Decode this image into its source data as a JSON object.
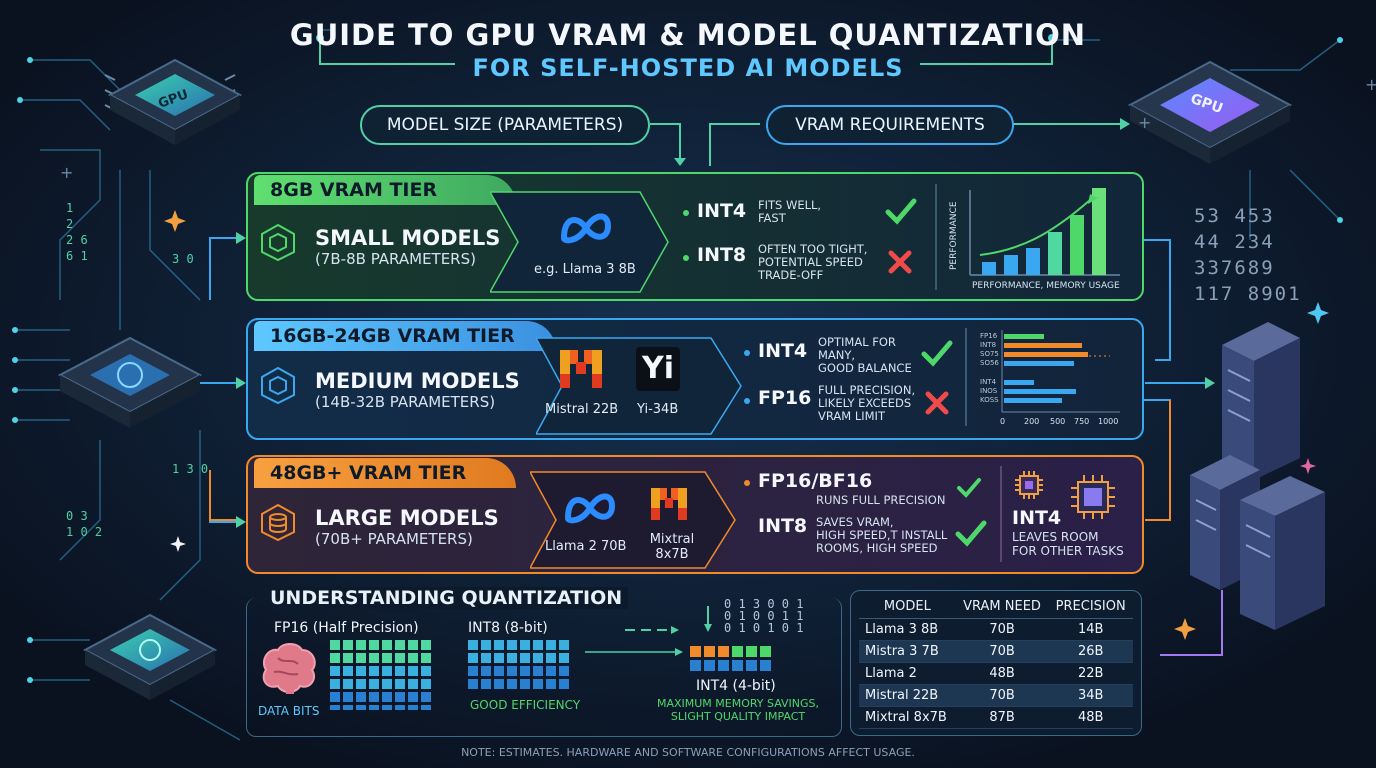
{
  "title": "GUIDE TO GPU VRAM & MODEL QUANTIZATION",
  "subtitle": "FOR SELF-HOSTED AI MODELS",
  "flow": {
    "model_size": "MODEL SIZE (PARAMETERS)",
    "vram_req": "VRAM REQUIREMENTS"
  },
  "chips": {
    "gpu": "GPU"
  },
  "tiers": [
    {
      "label": "8GB VRAM TIER",
      "category": "SMALL MODELS",
      "params": "(7B-8B PARAMETERS)",
      "example": "e.g. Llama 3 8B",
      "quant": [
        {
          "name": "INT4",
          "desc": [
            "FITS WELL,",
            "FAST"
          ],
          "ok": true
        },
        {
          "name": "INT8",
          "desc": [
            "OFTEN TOO TIGHT,",
            "POTENTIAL SPEED",
            "TRADE-OFF"
          ],
          "ok": false
        }
      ],
      "chart_ylabel": "PERFORMANCE",
      "chart_xlabel": "PERFORMANCE, MEMORY USAGE"
    },
    {
      "label": "16GB-24GB VRAM TIER",
      "category": "MEDIUM MODELS",
      "params": "(14B-32B PARAMETERS)",
      "examples": [
        "Mistral 22B",
        "Yi-34B"
      ],
      "yi_logo": "Yi",
      "quant": [
        {
          "name": "INT4",
          "desc": [
            "OPTIMAL FOR",
            "MANY,",
            "GOOD BALANCE"
          ],
          "ok": true
        },
        {
          "name": "FP16",
          "desc": [
            "FULL PRECISION,",
            "LIKELY EXCEEDS",
            "VRAM LIMIT"
          ],
          "ok": false
        }
      ],
      "chart_labels": [
        "FP16",
        "INT8",
        "SO75",
        "SO56",
        "INT4",
        "INOS",
        "KOSS"
      ],
      "chart_ticks": [
        "0",
        "200",
        "500",
        "750",
        "1000"
      ]
    },
    {
      "label": "48GB+ VRAM TIER",
      "category": "LARGE MODELS",
      "params": "(70B+ PARAMETERS)",
      "examples": [
        "Llama 2 70B",
        "Mixtral 8x7B"
      ],
      "quant": [
        {
          "name": "FP16/BF16",
          "desc": [
            "RUNS FULL PRECISION"
          ],
          "ok": true
        },
        {
          "name": "INT8",
          "desc": [
            "SAVES VRAM,",
            "HIGH SPEED,T INSTALL",
            "ROOMS, HIGH SPEED"
          ],
          "ok": true
        }
      ],
      "extra": {
        "name": "INT4",
        "desc": [
          "LEAVES ROOM",
          "FOR OTHER TASKS"
        ]
      }
    }
  ],
  "quantization": {
    "heading": "UNDERSTANDING QUANTIZATION",
    "fp16": "FP16 (Half Precision)",
    "int8": "INT8 (8-bit)",
    "int4": "INT4 (4-bit)",
    "data_bits": "DATA BITS",
    "good_eff": "GOOD EFFICIENCY",
    "int4_desc": [
      "MAXIMUM MEMORY SAVINGS,",
      "SLIGHT QUALITY IMPACT"
    ],
    "bit_digits": [
      "0 1 3 0 0 1",
      "0 1 0 0 1 1",
      "0 1 0 1 0 1"
    ]
  },
  "table": {
    "headers": [
      "MODEL",
      "VRAM NEED",
      "PRECISION"
    ],
    "rows": [
      [
        "Llama 3 8B",
        "70B",
        "14B"
      ],
      [
        "Mistra 3 7B",
        "70B",
        "26B"
      ],
      [
        "Llama 2",
        "48B",
        "22B"
      ],
      [
        "Mistral 22B",
        "70B",
        "34B"
      ],
      [
        "Mixtral 8x7B",
        "87B",
        "48B"
      ]
    ]
  },
  "side_digits": {
    "right": [
      "53 453",
      "44 234",
      "337689",
      "117 8901"
    ],
    "left": [
      "1",
      "2",
      "2 6",
      "6 1",
      "3 0",
      "1 3 0",
      "0 3",
      "1 0 2"
    ]
  },
  "note": "NOTE: ESTIMATES. HARDWARE AND SOFTWARE CONFIGURATIONS AFFECT USAGE.",
  "colors": {
    "green": "#4fd86a",
    "blue": "#3aa8f0",
    "orange": "#f08a2a",
    "cyan": "#5ec8ff"
  }
}
